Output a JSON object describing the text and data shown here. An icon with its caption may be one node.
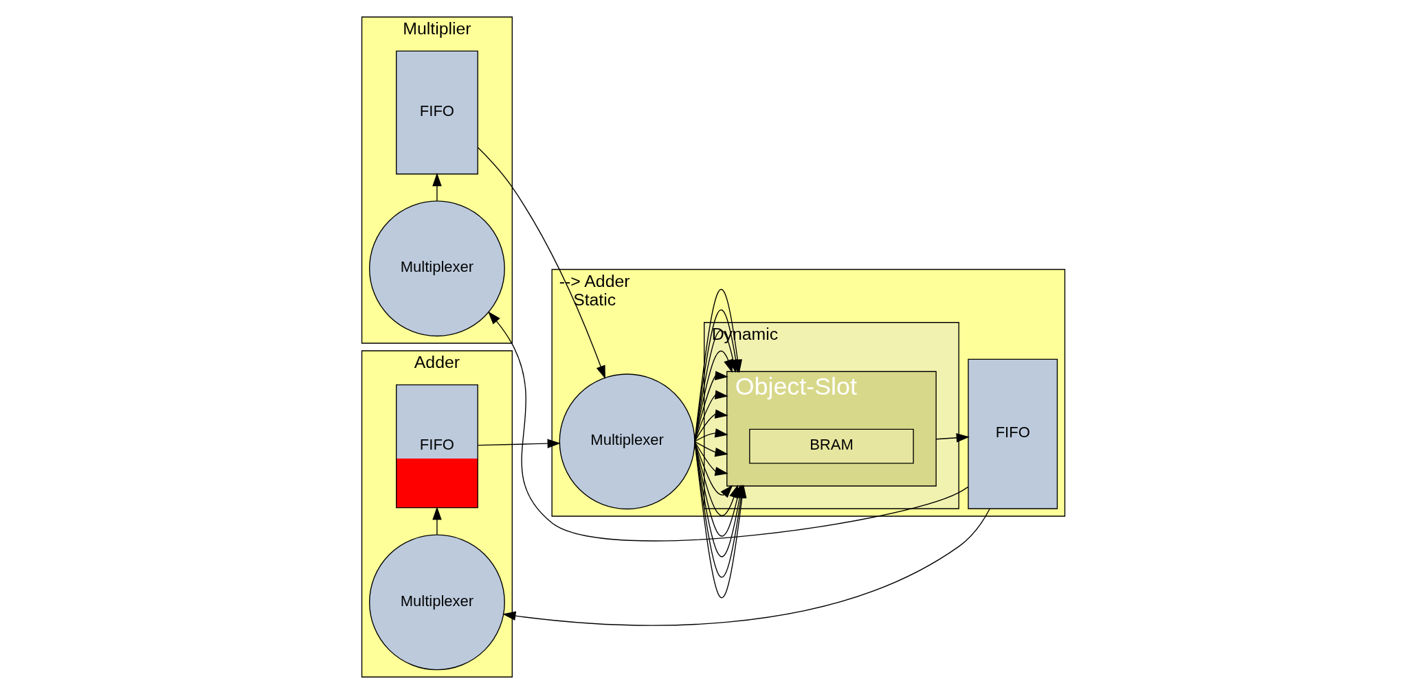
{
  "diagram": {
    "nodes": [
      {
        "text": [
          "Multiplier"
        ]
      },
      {
        "text": [
          "FIFO"
        ],
        "in": 0
      },
      {
        "text": [
          "Multiplexer"
        ],
        "in": 0
      },
      {
        "text": [
          "Adder"
        ]
      },
      {
        "text": [
          "FIFO"
        ],
        "in": 3
      },
      {
        "text": [
          "Multiplexer"
        ],
        "in": 3
      },
      {
        "text": [
          "--> Adder",
          "Static"
        ]
      },
      {
        "text": [
          "Multiplexer"
        ],
        "in": 6
      },
      {
        "text": [
          "Dynamic"
        ],
        "in": 6
      },
      {
        "text": [
          "Object-Slot"
        ],
        "in": 8
      },
      {
        "text": [
          "BRAM"
        ],
        "in": 9
      },
      {
        "text": [
          "FIFO"
        ],
        "in": 6
      }
    ],
    "edges": [
      {
        "from": 1,
        "to": 7,
        "arrow": "to"
      },
      {
        "from": 4,
        "to": 7,
        "arrow": "to"
      },
      {
        "from": 2,
        "to": 1,
        "arrow": "to"
      },
      {
        "from": 5,
        "to": 4,
        "arrow": "to"
      },
      {
        "from": 7,
        "to": 9,
        "arrow": "to"
      },
      {
        "from": 7,
        "to": 9,
        "arrow": "to"
      },
      {
        "from": 7,
        "to": 9,
        "arrow": "to"
      },
      {
        "from": 7,
        "to": 9,
        "arrow": "to"
      },
      {
        "from": 7,
        "to": 9,
        "arrow": "to"
      },
      {
        "from": 7,
        "to": 9,
        "arrow": "to"
      },
      {
        "from": 7,
        "to": 9,
        "arrow": "to"
      },
      {
        "from": 7,
        "to": 9,
        "arrow": "to"
      },
      {
        "from": 7,
        "to": 9,
        "arrow": "to"
      },
      {
        "from": 7,
        "to": 9,
        "arrow": "to"
      },
      {
        "from": 7,
        "to": 9,
        "arrow": "to"
      },
      {
        "from": 7,
        "to": 9,
        "arrow": "to"
      },
      {
        "from": 7,
        "to": 9,
        "arrow": "to"
      },
      {
        "from": 7,
        "to": 9,
        "arrow": "to"
      },
      {
        "from": 7,
        "to": 9,
        "arrow": "to"
      },
      {
        "from": 7,
        "to": 9,
        "arrow": "to"
      },
      {
        "from": 9,
        "to": 11,
        "arrow": "to"
      },
      {
        "from": 11,
        "to": 5,
        "arrow": "to"
      },
      {
        "from": 11,
        "to": 2,
        "arrow": "to"
      }
    ]
  }
}
